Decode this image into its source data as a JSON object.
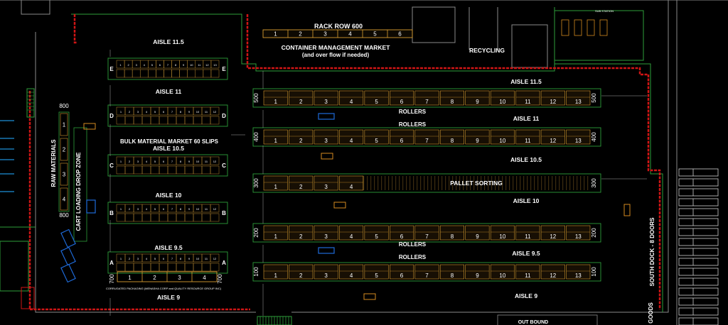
{
  "labels": {
    "rack_row_600": "RACK ROW 600",
    "container_market": "CONTAINER MANAGEMENT MARKET",
    "container_market_sub": "(and over flow if needed)",
    "recycling": "RECYCLING",
    "sub_station": "SUB STATION",
    "bulk_market": "BULK MATERIAL MARKET 60 SLIPS",
    "raw_materials": "RAW MATERIALS",
    "cart_loading": "CART LOADING DROP ZONE",
    "corrugated": "CORRUGATED PACKAGING (MENASHA CORP and QUALITY RESOURCE GROUP INC)",
    "pallet_sorting": "PALLET SORTING",
    "rollers": "ROLLERS",
    "south_dock": "SOUTH DOCK - 8 DOORS",
    "out_bound": "OUT BOUND",
    "goods": "D GOODS"
  },
  "left_aisles": [
    {
      "name": "AISLE 11.5"
    },
    {
      "name": "AISLE 11"
    },
    {
      "name": "AISLE 10.5"
    },
    {
      "name": "AISLE 10"
    },
    {
      "name": "AISLE 9.5"
    },
    {
      "name": "AISLE 9"
    }
  ],
  "left_racks": [
    {
      "letter": "E",
      "slots": [
        "1",
        "2",
        "3",
        "4",
        "5",
        "6",
        "7",
        "8",
        "9",
        "10",
        "11",
        "12",
        "13"
      ]
    },
    {
      "letter": "D",
      "slots": [
        "1",
        "2",
        "3",
        "4",
        "5",
        "6",
        "7",
        "8",
        "9",
        "10",
        "11",
        "12"
      ]
    },
    {
      "letter": "C",
      "slots": [
        "1",
        "2",
        "3",
        "4",
        "5",
        "6",
        "7",
        "8",
        "9",
        "10",
        "11",
        "12"
      ]
    },
    {
      "letter": "B",
      "slots": [
        "1",
        "2",
        "3",
        "4",
        "5",
        "6",
        "7",
        "8",
        "9",
        "10",
        "11",
        "12"
      ]
    },
    {
      "letter": "A",
      "slots": [
        "1",
        "2",
        "3",
        "4",
        "5",
        "6",
        "7",
        "8",
        "9",
        "10",
        "11",
        "12"
      ]
    }
  ],
  "corrugated_rack": {
    "code": "700",
    "slots": [
      "1",
      "2",
      "3",
      "4"
    ]
  },
  "raw_materials_rack": {
    "code": "800",
    "slots": [
      "1",
      "2",
      "3",
      "4"
    ]
  },
  "right_aisles": [
    {
      "name": "AISLE 11.5"
    },
    {
      "name": "AISLE 11"
    },
    {
      "name": "AISLE 10.5"
    },
    {
      "name": "AISLE 10"
    },
    {
      "name": "AISLE 9.5"
    },
    {
      "name": "AISLE 9"
    }
  ],
  "right_rows": [
    {
      "code": "500",
      "slots": [
        "1",
        "2",
        "3",
        "4",
        "5",
        "6",
        "7",
        "8",
        "9",
        "10",
        "11",
        "12",
        "13"
      ]
    },
    {
      "code": "400",
      "slots": [
        "1",
        "2",
        "3",
        "4",
        "5",
        "6",
        "7",
        "8",
        "9",
        "10",
        "11",
        "12",
        "13"
      ]
    },
    {
      "code": "300",
      "slots": [
        "1",
        "2",
        "3",
        "4"
      ]
    },
    {
      "code": "200",
      "slots": [
        "1",
        "2",
        "3",
        "4",
        "5",
        "6",
        "7",
        "8",
        "9",
        "10",
        "11",
        "12",
        "13"
      ]
    },
    {
      "code": "100",
      "slots": [
        "1",
        "2",
        "3",
        "4",
        "5",
        "6",
        "7",
        "8",
        "9",
        "10",
        "11",
        "12",
        "13"
      ]
    }
  ],
  "rack_600_slots": [
    "1",
    "2",
    "3",
    "4",
    "5",
    "6"
  ],
  "colors": {
    "background": "#000000",
    "outline": "#2e9e3a",
    "rack_fill": "#5a3d10",
    "boundary": "#d01515",
    "wall": "#888888",
    "cart": "#1e6ad8"
  }
}
